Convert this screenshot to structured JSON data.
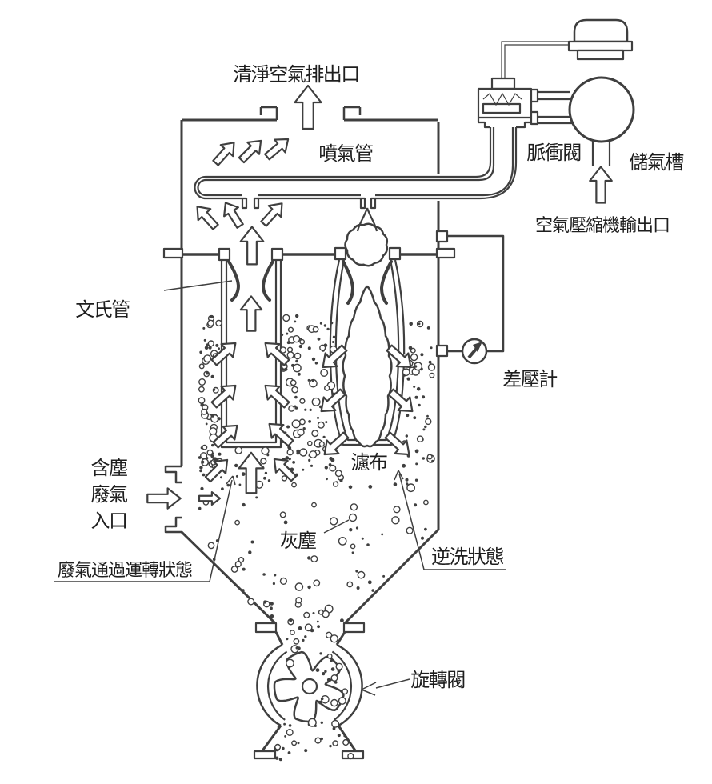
{
  "labels": {
    "clean_air_outlet": "清淨空氣排出口",
    "jet_pipe": "噴氣管",
    "pulse_valve": "脈衝閥",
    "air_tank": "儲氣槽",
    "compressor_outlet": "空氣壓縮機輸出口",
    "venturi": "文氏管",
    "differential_pressure_gauge": "差壓計",
    "inlet_line1": "含塵",
    "inlet_line2": "廢氣",
    "inlet_line3": "入口",
    "filter_cloth": "濾布",
    "dust": "灰塵",
    "operating_state": "廢氣通過運轉狀態",
    "backwash_state": "逆洗狀態",
    "rotary_valve": "旋轉閥"
  },
  "colors": {
    "line": "#3f3f3f",
    "background": "#ffffff"
  }
}
